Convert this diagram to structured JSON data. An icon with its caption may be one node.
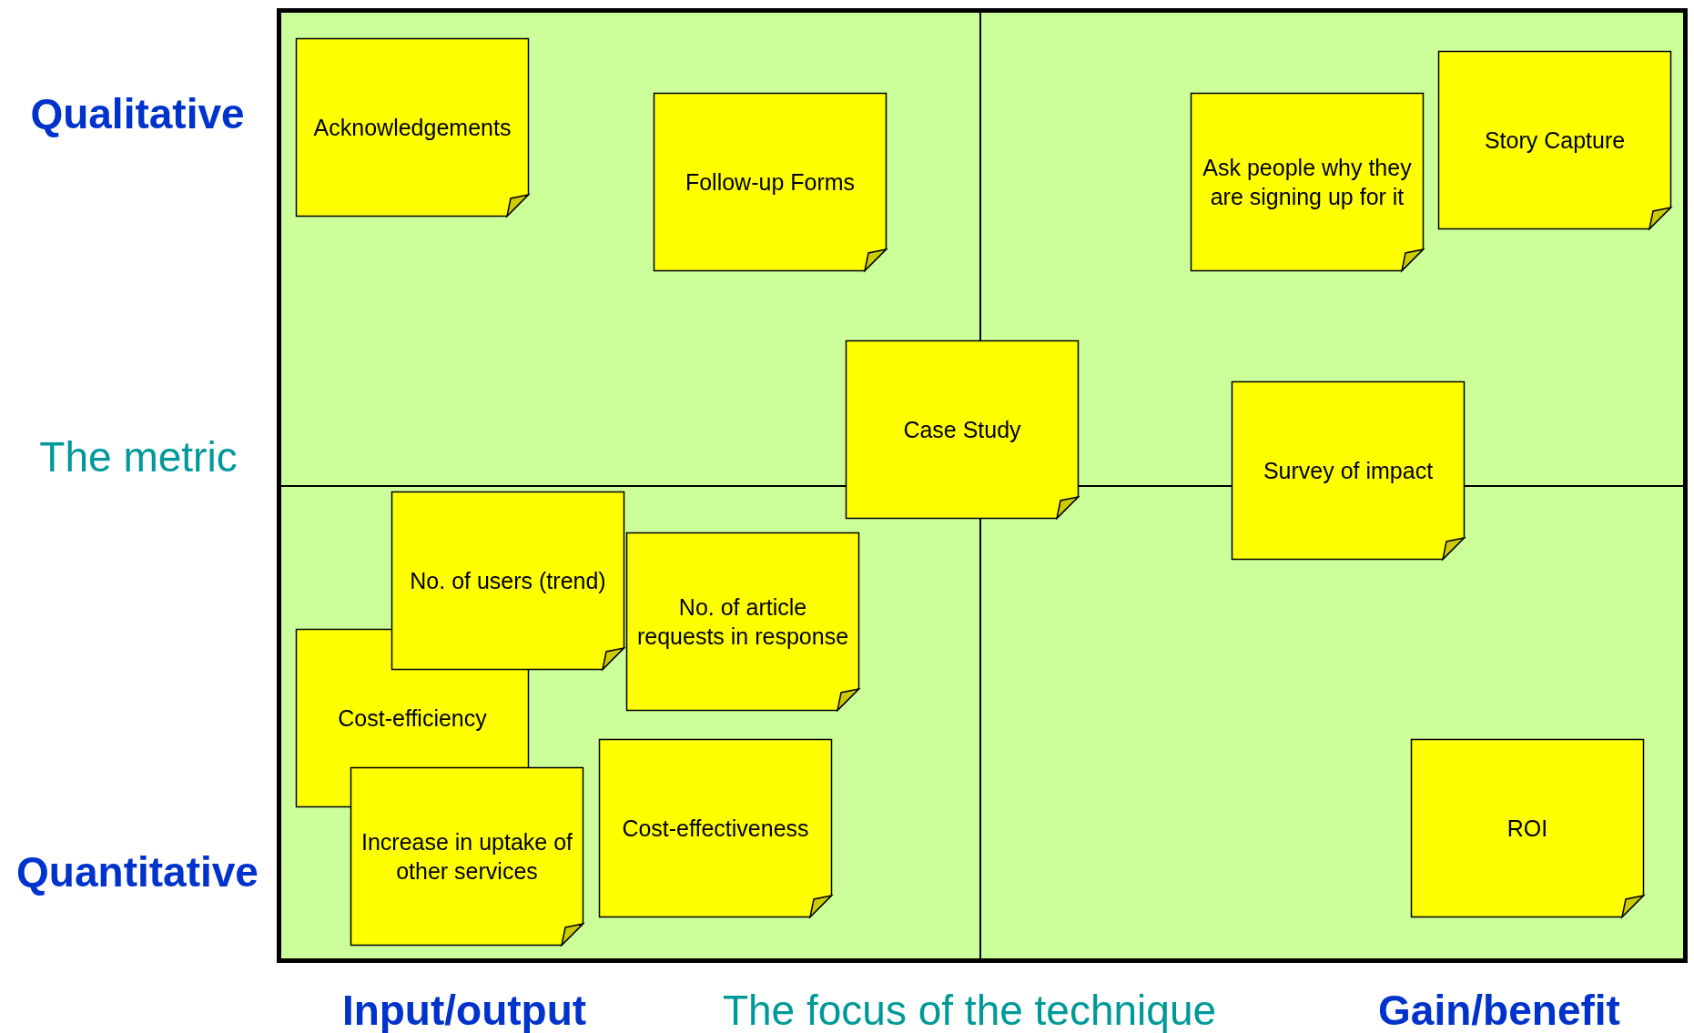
{
  "diagram": {
    "nodes": [
      {
        "text": [
          "Acknowledgements"
        ]
      },
      {
        "text": [
          "Follow-up Forms"
        ]
      },
      {
        "text": [
          "Story Capture"
        ]
      },
      {
        "text": [
          "Ask people why they are signing up for it"
        ]
      },
      {
        "text": [
          "Case Study"
        ]
      },
      {
        "text": [
          "Survey of impact"
        ]
      },
      {
        "text": [
          "No. of users (trend)"
        ]
      },
      {
        "text": [
          "No. of article requests in response"
        ]
      },
      {
        "text": [
          "Cost-efficiency"
        ]
      },
      {
        "text": [
          "Increase in uptake of other services"
        ]
      },
      {
        "text": [
          "Cost-effectiveness"
        ]
      },
      {
        "text": [
          "ROI"
        ]
      }
    ],
    "labels": [
      "Qualitative",
      "The metric",
      "Quantitative",
      "Input/output",
      "The focus of the technique",
      "Gain/benefit"
    ]
  }
}
